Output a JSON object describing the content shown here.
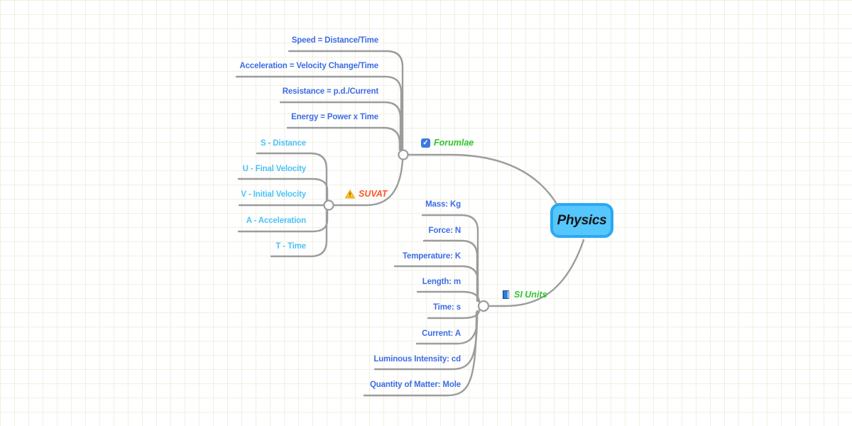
{
  "root": {
    "label": "Physics"
  },
  "branches": {
    "formulae": {
      "label": "Forumlae",
      "icon": "checkbox-checked-icon",
      "items": [
        {
          "label": "Speed = Distance/Time"
        },
        {
          "label": "Acceleration = Velocity Change/Time"
        },
        {
          "label": "Resistance = p.d./Current"
        },
        {
          "label": "Energy = Power x Time"
        }
      ]
    },
    "suvat": {
      "label": "SUVAT",
      "icon": "warning-icon",
      "items": [
        {
          "label": "S - Distance"
        },
        {
          "label": "U - Final Velocity"
        },
        {
          "label": "V - Initial Velocity"
        },
        {
          "label": "A - Acceleration"
        },
        {
          "label": "T - Time"
        }
      ]
    },
    "si_units": {
      "label": "SI Units",
      "icon": "book-icon",
      "items": [
        {
          "label": "Mass: Kg"
        },
        {
          "label": "Force: N"
        },
        {
          "label": "Temperature: K"
        },
        {
          "label": "Length: m"
        },
        {
          "label": "Time: s"
        },
        {
          "label": "Current: A"
        },
        {
          "label": "Luminous Intensity: cd"
        },
        {
          "label": "Quantity of Matter: Mole"
        }
      ]
    }
  },
  "colors": {
    "leaf_blue": "#3d6ce4",
    "leaf_light_blue": "#4cc3f6",
    "branch_green": "#2fc52f",
    "suvat_orange": "#ff5526",
    "root_fill": "#55c7fd",
    "root_border": "#2aa9f1",
    "connector_gray": "#9c9c9c",
    "grid_line": "#eef1e2",
    "checkbox_blue": "#3a7ae0",
    "warning_yellow": "#ffc226"
  }
}
